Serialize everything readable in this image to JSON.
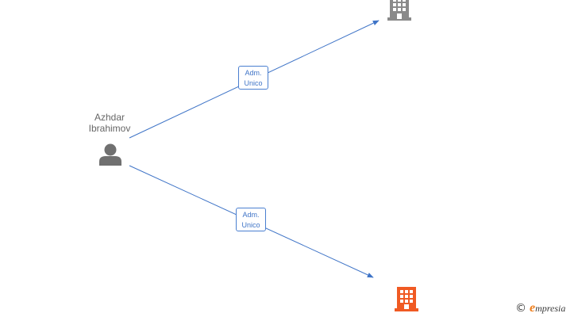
{
  "person": {
    "name_line1": "Azhdar",
    "name_line2": "Ibrahimov",
    "icon": "person-icon"
  },
  "edges": [
    {
      "label_line1": "Adm.",
      "label_line2": "Unico"
    },
    {
      "label_line1": "Adm.",
      "label_line2": "Unico"
    }
  ],
  "companies": [
    {
      "icon": "building-icon",
      "color": "#8a8a8a"
    },
    {
      "icon": "building-icon",
      "color": "#f05a23"
    }
  ],
  "colors": {
    "edge": "#3f74c7",
    "person": "#707070"
  },
  "footer": {
    "copyright": "©",
    "brand_initial": "e",
    "brand_rest": "mpresia"
  }
}
